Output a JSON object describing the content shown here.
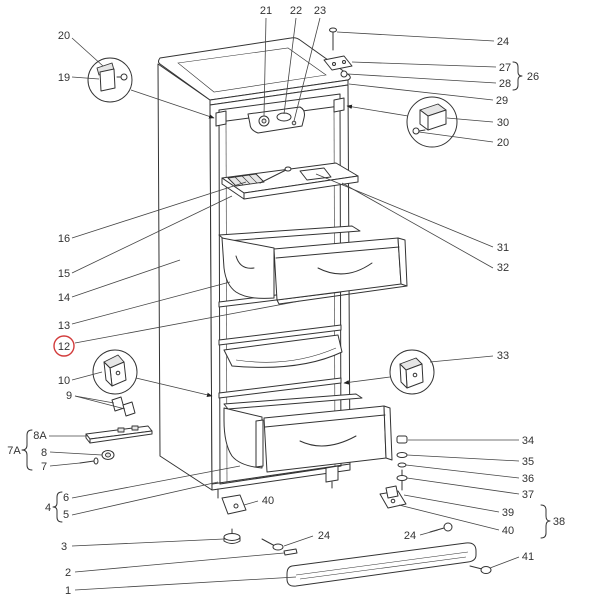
{
  "diagram": {
    "line_color": "#333333",
    "highlight_color": "#d23c3c",
    "callouts": {
      "c20_left": "20",
      "c19": "19",
      "c21": "21",
      "c22": "22",
      "c23": "23",
      "c24_top": "24",
      "c27": "27",
      "c28": "28",
      "c26": "26",
      "c29": "29",
      "c30": "30",
      "c20_right": "20",
      "c16": "16",
      "c15": "15",
      "c14": "14",
      "c13": "13",
      "c12": "12",
      "c31": "31",
      "c32": "32",
      "c10": "10",
      "c9": "9",
      "c33": "33",
      "c8a": "8A",
      "c7a": "7A",
      "c8": "8",
      "c7": "7",
      "c34": "34",
      "c35": "35",
      "c36": "36",
      "c37": "37",
      "c39": "39",
      "c40_right": "40",
      "c38": "38",
      "c40_mid": "40",
      "c4": "4",
      "c6": "6",
      "c5": "5",
      "c3": "3",
      "c24_mid_left": "24",
      "c24_mid_right": "24",
      "c2": "2",
      "c41": "41",
      "c1": "1"
    }
  }
}
